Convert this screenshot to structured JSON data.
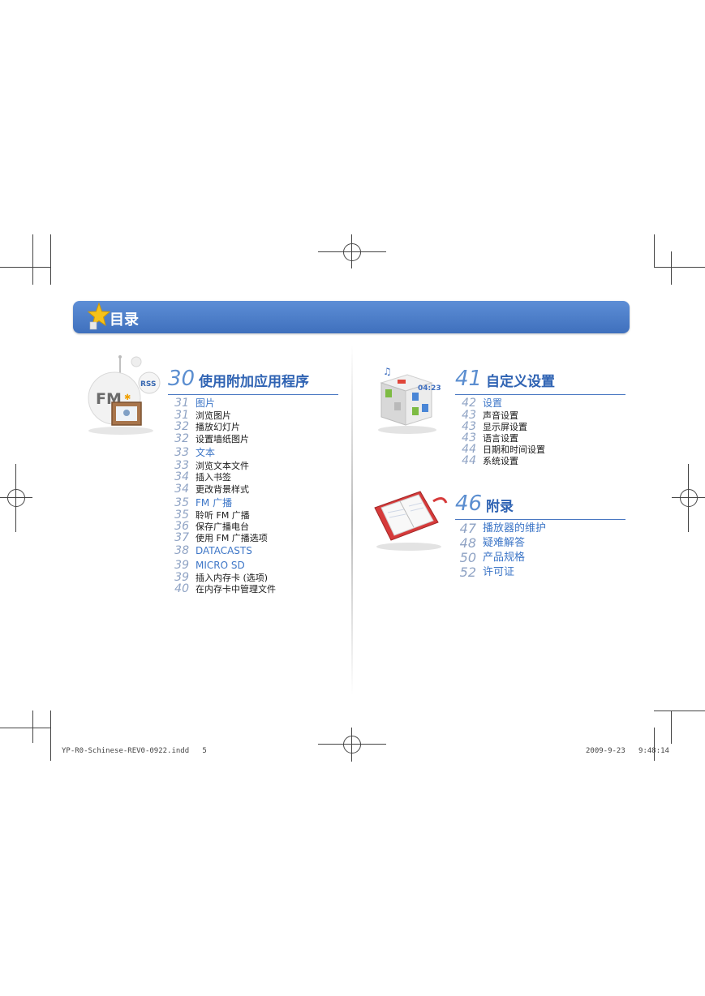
{
  "header": {
    "title": "目录"
  },
  "left": {
    "section": {
      "page": "30",
      "title": "使用附加应用程序"
    },
    "rows": [
      {
        "page": "31",
        "text": "图片",
        "style": "blue"
      },
      {
        "page": "31",
        "text": "浏览图片",
        "style": "plain"
      },
      {
        "page": "32",
        "text": "播放幻灯片",
        "style": "plain"
      },
      {
        "page": "32",
        "text": "设置墙纸图片",
        "style": "plain"
      },
      {
        "page": "33",
        "text": "文本",
        "style": "blue"
      },
      {
        "page": "33",
        "text": "浏览文本文件",
        "style": "plain"
      },
      {
        "page": "34",
        "text": "插入书签",
        "style": "plain"
      },
      {
        "page": "34",
        "text": "更改背景样式",
        "style": "plain"
      },
      {
        "page": "35",
        "text": "FM 广播",
        "style": "blue"
      },
      {
        "page": "35",
        "text": "聆听 FM 广播",
        "style": "plain"
      },
      {
        "page": "36",
        "text": "保存广播电台",
        "style": "plain"
      },
      {
        "page": "37",
        "text": "使用 FM 广播选项",
        "style": "plain"
      },
      {
        "page": "38",
        "text": "DATACASTS",
        "style": "blue"
      },
      {
        "page": "39",
        "text": "MICRO SD",
        "style": "blue"
      },
      {
        "page": "39",
        "text": "插入内存卡 (选项)",
        "style": "plain"
      },
      {
        "page": "40",
        "text": "在内存卡中管理文件",
        "style": "plain"
      }
    ],
    "illustration": {
      "fm_label": "FM",
      "rss_label": "RSS"
    }
  },
  "right_top": {
    "section": {
      "page": "41",
      "title": "自定义设置"
    },
    "rows": [
      {
        "page": "42",
        "text": "设置",
        "style": "blue"
      },
      {
        "page": "43",
        "text": "声音设置",
        "style": "plain"
      },
      {
        "page": "43",
        "text": "显示屏设置",
        "style": "plain"
      },
      {
        "page": "43",
        "text": "语言设置",
        "style": "plain"
      },
      {
        "page": "44",
        "text": "日期和时间设置",
        "style": "plain"
      },
      {
        "page": "44",
        "text": "系统设置",
        "style": "plain"
      }
    ],
    "illustration": {
      "clock_label": "04:23"
    }
  },
  "right_bottom": {
    "section": {
      "page": "46",
      "title": "附录"
    },
    "rows": [
      {
        "page": "47",
        "text": "播放器的维护",
        "style": "blue"
      },
      {
        "page": "48",
        "text": "疑难解答",
        "style": "blue"
      },
      {
        "page": "50",
        "text": "产品规格",
        "style": "blue"
      },
      {
        "page": "52",
        "text": "许可证",
        "style": "blue"
      }
    ]
  },
  "footer": {
    "file": "YP-R0-Schinese-REV0-0922.indd   5",
    "datetime": "2009-9-23   9:48:14"
  },
  "colors": {
    "banner": "#4a7cc9",
    "section_title": "#2f63b3",
    "entry_blue": "#3d76c7",
    "page_number": "#8fa3c4"
  }
}
